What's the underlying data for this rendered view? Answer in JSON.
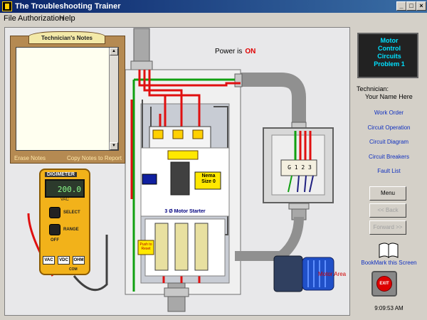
{
  "window": {
    "title": "The Troubleshooting Trainer",
    "controls": {
      "minimize": "_",
      "maximize": "□",
      "close": "×"
    }
  },
  "menu": {
    "file": "File",
    "authorization": "Authorization",
    "help": "Help"
  },
  "notes": {
    "title": "Technician's Notes",
    "erase": "Erase Notes",
    "copy": "Copy Notes to Report"
  },
  "meter": {
    "brand": "DIGIMETER",
    "reading": "200.0",
    "unit": "VAC",
    "select": "SELECT",
    "range": "RANGE",
    "off": "OFF",
    "modes": [
      "VAC",
      "VDC",
      "OHM"
    ],
    "com": "COM"
  },
  "power": {
    "label": "Power is",
    "state": "ON"
  },
  "starter": {
    "nema": "Nema\nSize 0",
    "name": "3 Ø Motor Starter",
    "reset": "Push to Reset"
  },
  "junction": {
    "terminals": "G 1 2 3"
  },
  "motor_area_label": "Motor Area",
  "problem_box": "Motor\nControl\nCircuits\nProblem 1",
  "technician": {
    "label": "Technician:",
    "name": "Your Name Here"
  },
  "links": [
    "Work Order",
    "Circuit Operation",
    "Circuit Diagram",
    "Circuit Breakers",
    "Fault List"
  ],
  "buttons": {
    "menu": "Menu",
    "back": "<< Back",
    "forward": "Forward >>"
  },
  "bookmark": "BookMark this Screen",
  "exit": "EXIT",
  "clock": "9:09:53 AM",
  "colors": {
    "red_wire": "#e01010",
    "green_wire": "#10a010",
    "conduit": "#b0b0b0",
    "accent": "#ffe800"
  }
}
